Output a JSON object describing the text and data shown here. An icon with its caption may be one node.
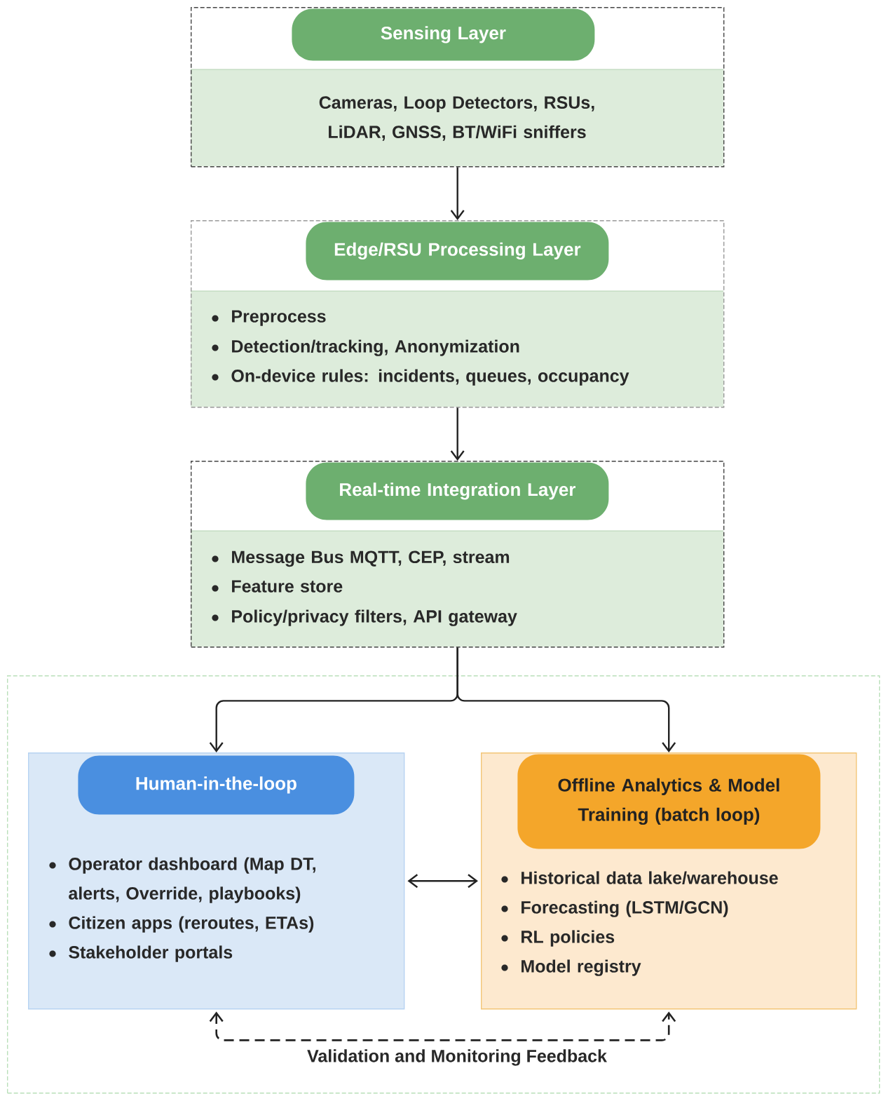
{
  "diagram": {
    "nodes": [
      {
        "text": [
          "Cameras, Loop Detectors, RSUs, LiDAR, GNSS, BT/WiFi sniffers"
        ]
      },
      {
        "text": [
          "Sensing Layer"
        ],
        "in": 0
      },
      {
        "text": [
          "Preprocess",
          "Detection/tracking, Anonymization",
          "On-device rules: incidents, queues, occupancy"
        ]
      },
      {
        "text": [
          "Edge/RSU Processing Layer"
        ],
        "in": 2
      },
      {
        "text": [
          "Message Bus MQTT, CEP, stream",
          "Feature store",
          "Policy/privacy filters, API gateway"
        ]
      },
      {
        "text": [
          "Real-time Integration Layer"
        ],
        "in": 4
      },
      {
        "text": [],
        "shape": "box"
      },
      {
        "text": [
          "Operator dashboard (Map DT, alerts, Override, playbooks)",
          "Citizen apps (reroutes, ETAs)",
          "Stakeholder portals"
        ],
        "in": 6
      },
      {
        "text": [
          "Human-in-the-loop"
        ],
        "in": 7
      },
      {
        "text": [
          "Historical data lake/warehouse",
          "Forecasting (LSTM/GCN)",
          "RL policies",
          "Model registry"
        ],
        "in": 6
      },
      {
        "text": [
          "Offline Analytics & Model Training (batch loop)"
        ],
        "in": 9
      }
    ],
    "edges": [
      {
        "from": 0,
        "to": 2,
        "arrow": "to"
      },
      {
        "from": 2,
        "to": 4,
        "arrow": "to"
      },
      {
        "from": 4,
        "to": 7,
        "arrow": "to"
      },
      {
        "from": 4,
        "to": 9,
        "arrow": "to"
      },
      {
        "from": 7,
        "to": 9,
        "arrow": "both"
      },
      {
        "from": 7,
        "to": 9,
        "arrow": "both",
        "style": "dashed",
        "label": "Validation and Monitoring Feedback"
      }
    ]
  }
}
